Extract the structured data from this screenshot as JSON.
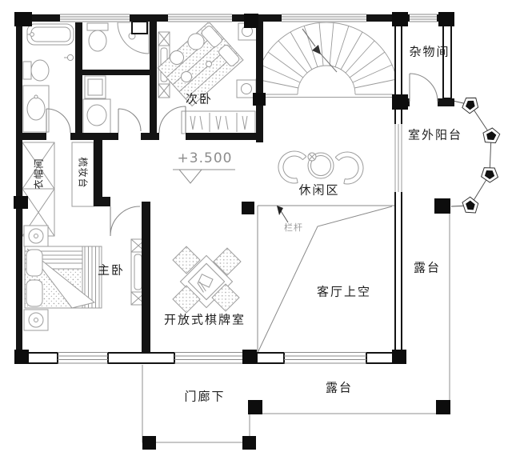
{
  "labels": {
    "second_bedroom": "次卧",
    "storage_room": "杂物间",
    "outdoor_balcony": "室外阳台",
    "leisure_area": "休闲区",
    "railing": "栏杆",
    "elevation_mark": "+3.500",
    "master_bedroom": "主卧",
    "open_chess_room": "开放式棋牌室",
    "living_room_void": "客厅上空",
    "terrace_side": "露台",
    "terrace_bottom": "露台",
    "porch_below": "门廊下",
    "cloakroom": "衣帽间",
    "dressing_table": "梳妆台"
  },
  "colors": {
    "wall": "#141414",
    "furniture_line": "#9b9b9b",
    "text": "#1f1f1f",
    "muted_text": "#9a9a9a"
  }
}
